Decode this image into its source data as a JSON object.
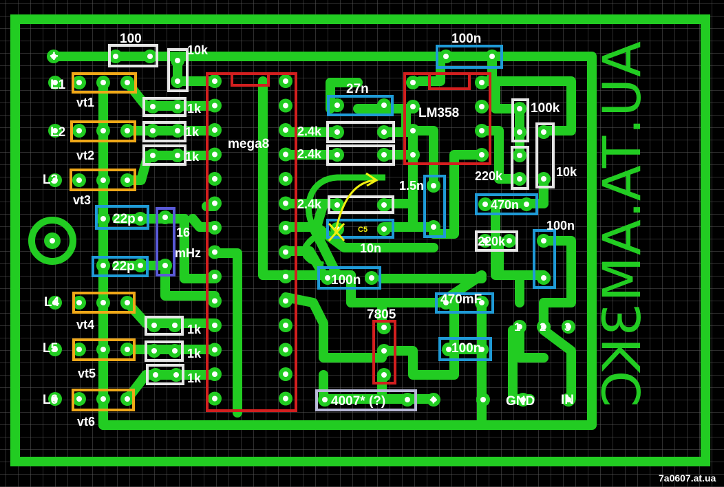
{
  "colors": {
    "board_bg": "#000000",
    "grid": "#5a5a5a",
    "copper": "#22cc22",
    "pad_hole": "#ffffff",
    "outline_white": "#e6e6e6",
    "outline_blue": "#1f9ad6",
    "outline_red": "#d21f1f",
    "outline_orange": "#f0a818",
    "outline_purple": "#8a8ad8",
    "outline_lavender": "#b8b8d8",
    "annotation_yellow": "#f0f010"
  },
  "mirrored_copper_text": "AU.TA.AM3KC",
  "watermark": "7a0607.at.ua",
  "labels": {
    "plus": "+",
    "minus": "-",
    "r100": "100",
    "r10k_top": "10k",
    "c100n_top": "100n",
    "L1": "L1",
    "vt1": "vt1",
    "L2": "L2",
    "vt2": "vt2",
    "L3": "L3",
    "vt3": "vt3",
    "L4": "L4",
    "vt4": "vt4",
    "L5": "L5",
    "vt5": "vt5",
    "L6": "L6",
    "vt6": "vt6",
    "r1k_a": "1k",
    "r1k_b": "1k",
    "r1k_c": "1k",
    "r1k_d": "1k",
    "r1k_e": "1k",
    "r1k_f": "1k",
    "mega8": "mega8",
    "c27n": "27n",
    "lm358": "LM358",
    "r100k": "100k",
    "r2_4k_a": "2.4k",
    "r2_4k_b": "2.4k",
    "r2_4k_c": "2.4k",
    "c1_5n": "1.5n",
    "r220k_a": "220k",
    "r10k_b": "10k",
    "c470n": "470n",
    "r220k_b": "220k",
    "c100n_b": "100n",
    "c22p_a": "22p",
    "c22p_b": "22p",
    "xtal_16": "16",
    "xtal_mhz": "mHz",
    "c5": "C5",
    "c10n": "10n",
    "c100n_c": "100n",
    "c470mf": "470mF",
    "pin1": "1",
    "pin2": "2",
    "pin3": "3",
    "v7805": "7805",
    "c100n_d": "100n",
    "diode": "4007* (?)",
    "gnd": "GND",
    "in": "IN"
  }
}
